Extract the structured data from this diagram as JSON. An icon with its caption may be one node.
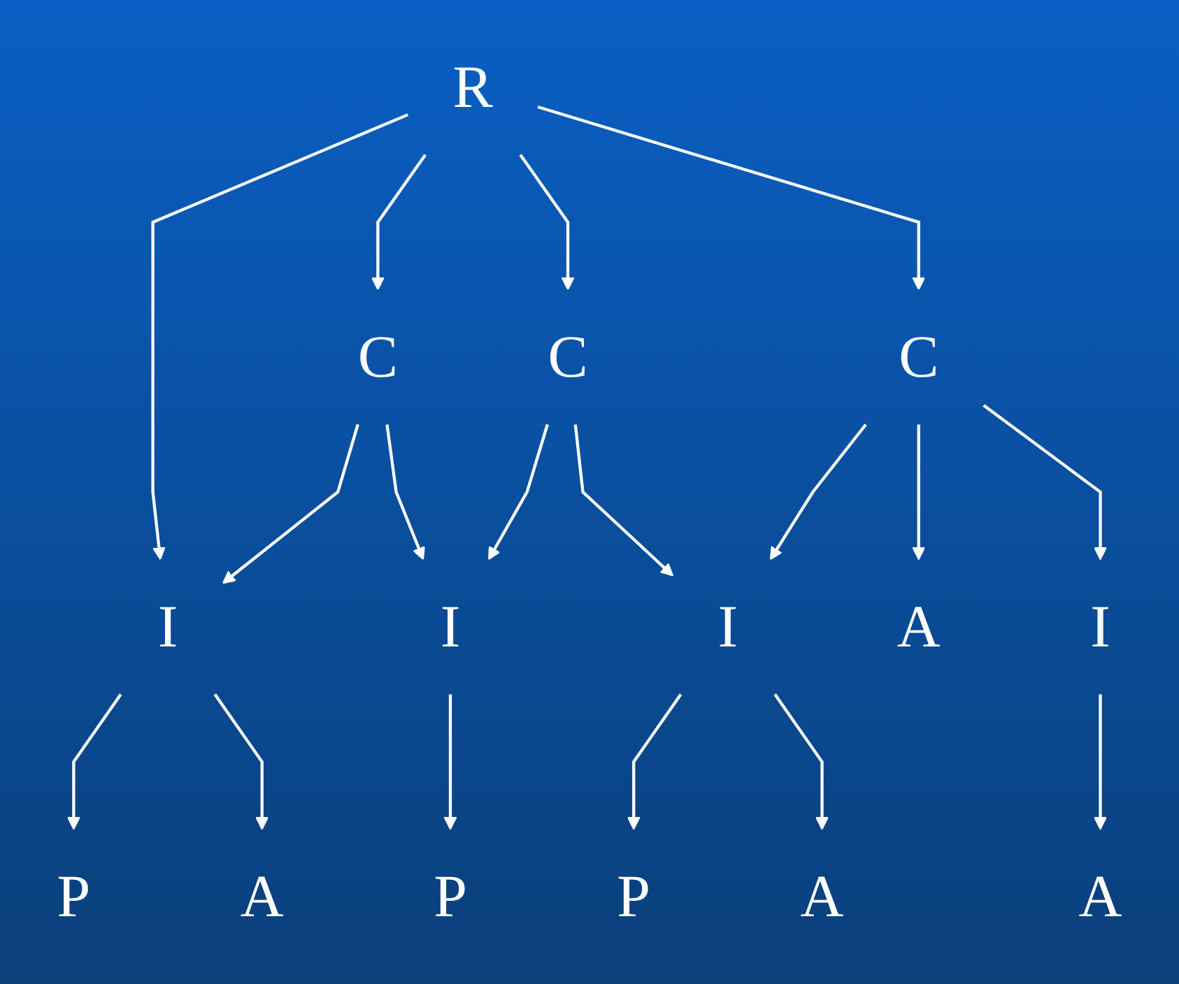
{
  "diagram": {
    "nodes": [
      {
        "text": [
          "R"
        ]
      },
      {
        "text": [
          "C"
        ]
      },
      {
        "text": [
          "C"
        ]
      },
      {
        "text": [
          "C"
        ]
      },
      {
        "text": [
          "I"
        ]
      },
      {
        "text": [
          "I"
        ]
      },
      {
        "text": [
          "I"
        ]
      },
      {
        "text": [
          "A"
        ]
      },
      {
        "text": [
          "I"
        ]
      },
      {
        "text": [
          "P"
        ]
      },
      {
        "text": [
          "A"
        ]
      },
      {
        "text": [
          "P"
        ]
      },
      {
        "text": [
          "P"
        ]
      },
      {
        "text": [
          "A"
        ]
      },
      {
        "text": [
          "A"
        ]
      }
    ],
    "edges": [
      {
        "from": 0,
        "to": 4,
        "arrow": "to"
      },
      {
        "from": 0,
        "to": 1,
        "arrow": "to"
      },
      {
        "from": 0,
        "to": 2,
        "arrow": "to"
      },
      {
        "from": 0,
        "to": 3,
        "arrow": "to"
      },
      {
        "from": 1,
        "to": 4,
        "arrow": "to"
      },
      {
        "from": 1,
        "to": 5,
        "arrow": "to"
      },
      {
        "from": 2,
        "to": 5,
        "arrow": "to"
      },
      {
        "from": 2,
        "to": 6,
        "arrow": "to"
      },
      {
        "from": 3,
        "to": 6,
        "arrow": "to"
      },
      {
        "from": 3,
        "to": 7,
        "arrow": "to"
      },
      {
        "from": 3,
        "to": 8,
        "arrow": "to"
      },
      {
        "from": 4,
        "to": 9,
        "arrow": "to"
      },
      {
        "from": 4,
        "to": 10,
        "arrow": "to"
      },
      {
        "from": 5,
        "to": 11,
        "arrow": "to"
      },
      {
        "from": 6,
        "to": 12,
        "arrow": "to"
      },
      {
        "from": 6,
        "to": 13,
        "arrow": "to"
      },
      {
        "from": 8,
        "to": 14,
        "arrow": "to"
      }
    ]
  }
}
